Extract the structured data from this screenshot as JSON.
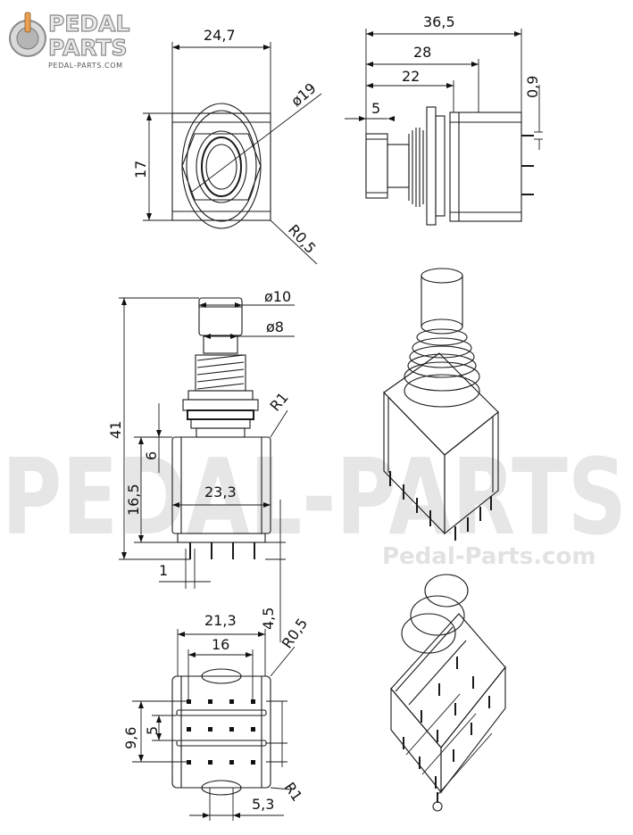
{
  "logo": {
    "line1": "PEDAL",
    "line2": "PARTS",
    "url": "PEDAL-PARTS.COM"
  },
  "watermark": {
    "big": "PEDAL-PARTS",
    "small": "Pedal-Parts.com"
  },
  "dimensions": {
    "top_width": "24,7",
    "top_height": "17",
    "top_diameter": "ø19",
    "top_radius": "R0,5",
    "side_total": "36,5",
    "side_28": "28",
    "side_22": "22",
    "side_5": "5",
    "side_09": "0,9",
    "front_d10": "ø10",
    "front_d8": "ø8",
    "front_r1": "R1",
    "front_41": "41",
    "front_6": "6",
    "front_165": "16,5",
    "front_233": "23,3",
    "front_1": "1",
    "front_45": "4,5",
    "bottom_213": "21,3",
    "bottom_16": "16",
    "bottom_r05": "R0,5",
    "bottom_96": "9,6",
    "bottom_5": "5",
    "bottom_53": "5,3",
    "bottom_r1": "R1"
  }
}
